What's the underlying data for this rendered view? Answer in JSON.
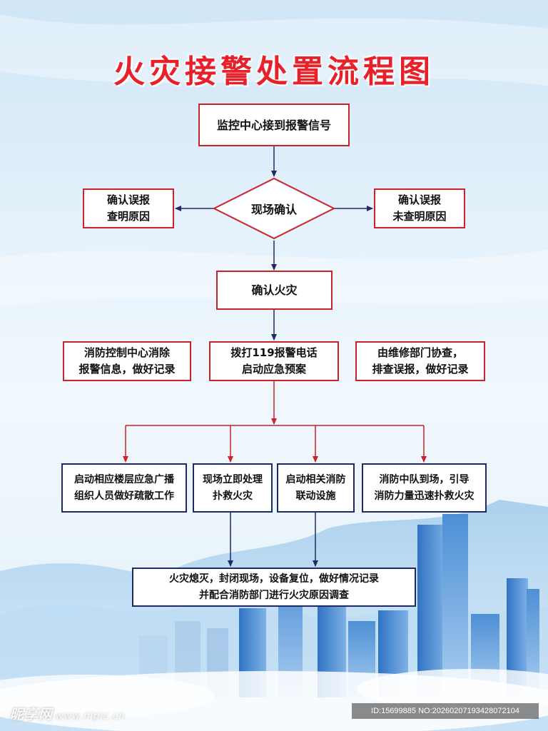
{
  "title": "火灾接警处置流程图",
  "colors": {
    "accent_red": "#c9222b",
    "title_red": "#e8202a",
    "navy": "#1e2a66",
    "background": "#dfeefa"
  },
  "nodes": {
    "monitor": "监控中心接到报警信号",
    "site_confirm": "现场确认",
    "false_alarm_found": [
      "确认误报",
      "查明原因"
    ],
    "false_alarm_unfound": [
      "确认误报",
      "未查明原因"
    ],
    "confirm_fire": "确认火灾",
    "clear_alarm": [
      "消防控制中心消除",
      "报警信息，做好记录"
    ],
    "call_119": [
      "拨打119报警电话",
      "启动应急预案"
    ],
    "repair_check": [
      "由维修部门协查，",
      "排查误报，做好记录"
    ],
    "broadcast": [
      "启动相应楼层应急广播",
      "组织人员做好疏散工作"
    ],
    "handle_site": [
      "现场立即处理",
      "扑救火灾"
    ],
    "linkage": [
      "启动相关消防",
      "联动设施"
    ],
    "fire_team": [
      "消防中队到场，引导",
      "消防力量迅速扑救火灾"
    ],
    "final": [
      "火灾熄灭，封闭现场，设备复位，做好情况记录",
      "并配合消防部门进行火灾原因调查"
    ]
  },
  "watermark": {
    "logo": "昵享网",
    "url": "www.nipic.cn",
    "id_text": "ID:15699885 NO:20260207193428072104"
  }
}
